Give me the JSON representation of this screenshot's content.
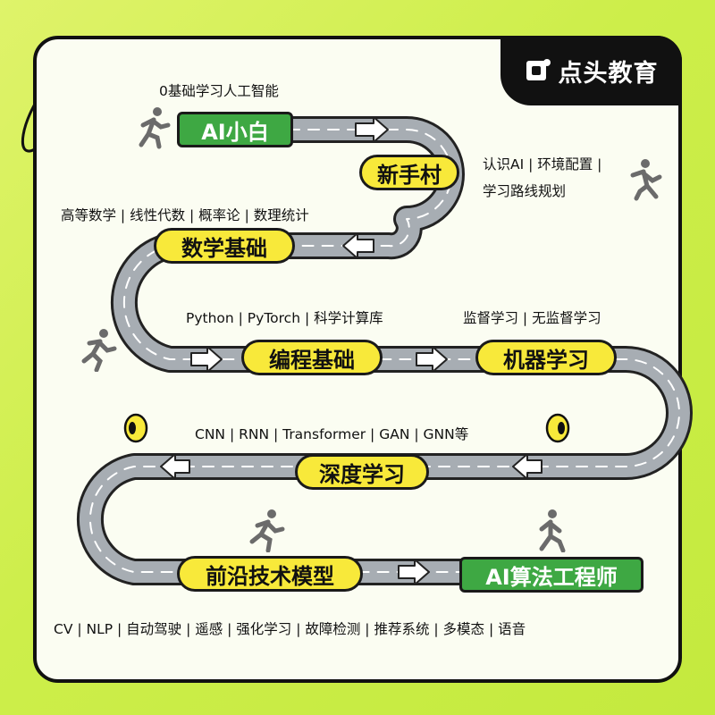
{
  "brand": {
    "name": "点头教育",
    "logo_icon": "brand-logo-icon"
  },
  "intro_text": "0基础学习人工智能",
  "stages": [
    {
      "label": "AI小白",
      "color": "green"
    },
    {
      "label": "新手村",
      "color": "yellow"
    },
    {
      "label": "数学基础",
      "color": "yellow"
    },
    {
      "label": "编程基础",
      "color": "yellow"
    },
    {
      "label": "机器学习",
      "color": "yellow"
    },
    {
      "label": "深度学习",
      "color": "yellow"
    },
    {
      "label": "前沿技术模型",
      "color": "yellow"
    },
    {
      "label": "AI算法工程师",
      "color": "green"
    }
  ],
  "descriptions": {
    "novice_line1": "认识AI | 环境配置 |",
    "novice_line2": "学习路线规划",
    "math": "高等数学 | 线性代数 | 概率论 | 数理统计",
    "programming": "Python | PyTorch | 科学计算库",
    "ml": "监督学习 | 无监督学习",
    "dl": "CNN | RNN | Transformer | GAN | GNN等",
    "frontier": "CV | NLP | 自动驾驶 | 遥感 | 强化学习 | 故障检测 | 推荐系统 | 多模态 | 语音"
  },
  "colors": {
    "background": "#cdee4a",
    "card": "#fbfdf2",
    "road": "#a7adb3",
    "road_border": "#222222",
    "pill_yellow": "#f8e93a",
    "pill_green": "#3ea843",
    "runner": "#6b6b6b"
  },
  "icons": {
    "runner": "running-person-icon",
    "arrow": "road-arrow-icon",
    "eye": "eye-icon",
    "ball": "tennis-ball-icon"
  }
}
